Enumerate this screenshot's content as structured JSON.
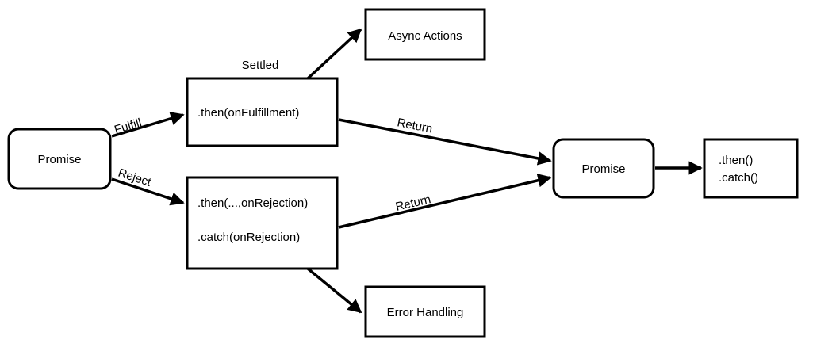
{
  "diagram": {
    "nodes": {
      "promise_start": {
        "label": "Promise"
      },
      "then_fulfillment": {
        "label": ".then(onFulfillment)"
      },
      "then_rejection": {
        "line1": ".then(...,onRejection)",
        "line2": ".catch(onRejection)"
      },
      "async_actions": {
        "label": "Async Actions"
      },
      "error_handling": {
        "label": "Error Handling"
      },
      "promise_end": {
        "label": "Promise"
      },
      "chain_methods": {
        "line1": ".then()",
        "line2": ".catch()"
      }
    },
    "edges": {
      "fulfill": "Fulfill",
      "reject": "Reject",
      "settled": "Settled",
      "return_top": "Return",
      "return_bottom": "Return"
    }
  }
}
